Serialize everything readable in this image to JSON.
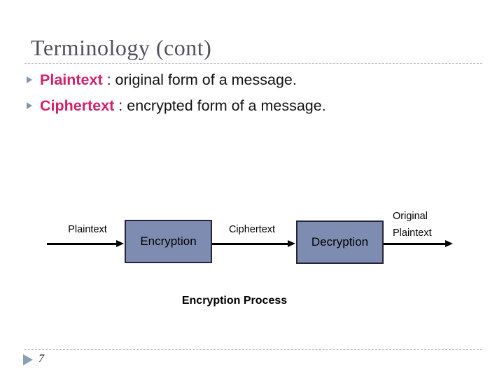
{
  "slide": {
    "title": "Terminology (cont)",
    "bullets": [
      {
        "term": "Plaintext",
        "rest": " : original form of a message."
      },
      {
        "term": "Ciphertext",
        "rest": " : encrypted form of a message."
      }
    ],
    "diagram": {
      "input_label": "Plaintext",
      "encryption_box": "Encryption",
      "middle_label": "Ciphertext",
      "decryption_box": "Decryption",
      "output_label": {
        "line1": "Original",
        "line2": "Plaintext"
      },
      "caption": "Encryption Process"
    },
    "footer": {
      "page_number": "7"
    },
    "colors": {
      "term_highlight": "#d42069",
      "title_text": "#50505c",
      "box_fill": "#7f8cb1",
      "box_border": "#24243a",
      "bullet_marker": "#8494ad",
      "footer_marker": "#8aa0b4",
      "divider_gray": "#b3b3b3",
      "arrow_black": "#000000"
    }
  }
}
